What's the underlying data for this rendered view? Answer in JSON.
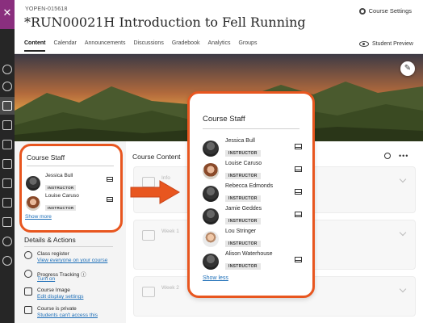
{
  "header": {
    "course_id": "YOPEN-015618",
    "title": "*RUN00021H Introduction to Fell Running",
    "settings_label": "Course Settings",
    "preview_label": "Student Preview"
  },
  "tabs": [
    {
      "label": "Content",
      "active": true
    },
    {
      "label": "Calendar"
    },
    {
      "label": "Announcements"
    },
    {
      "label": "Discussions"
    },
    {
      "label": "Gradebook"
    },
    {
      "label": "Analytics"
    },
    {
      "label": "Groups"
    }
  ],
  "course_staff_small": {
    "title": "Course Staff",
    "members": [
      {
        "name": "Jessica Bull",
        "role": "INSTRUCTOR"
      },
      {
        "name": "Louise Caruso",
        "role": "INSTRUCTOR"
      }
    ],
    "show_more": "Show more"
  },
  "details": {
    "title": "Details & Actions",
    "items": [
      {
        "title": "Class register",
        "link": "View everyone on your course",
        "icon": "people-icon"
      },
      {
        "title": "Progress Tracking ⓘ",
        "link": "Turn on",
        "icon": "check-circle-icon"
      },
      {
        "title": "Course Image",
        "link": "Edit display settings",
        "icon": "image-icon"
      },
      {
        "title": "Course is private",
        "link": "Students can't access this",
        "icon": "lock-icon"
      }
    ]
  },
  "course_content": {
    "title": "Course Content",
    "items": [
      {
        "title": "Info",
        "desc": ""
      },
      {
        "title": "Week 1",
        "desc": ""
      },
      {
        "title": "Week 2",
        "desc": ""
      }
    ]
  },
  "course_staff_large": {
    "title": "Course Staff",
    "members": [
      {
        "name": "Jessica Bull",
        "role": "INSTRUCTOR"
      },
      {
        "name": "Louise Caruso",
        "role": "INSTRUCTOR"
      },
      {
        "name": "Rebecca Edmonds",
        "role": "INSTRUCTOR"
      },
      {
        "name": "Jamie Geddes",
        "role": "INSTRUCTOR"
      },
      {
        "name": "Lou Stringer",
        "role": "INSTRUCTOR"
      },
      {
        "name": "Alison Waterhouse",
        "role": "INSTRUCTOR"
      }
    ],
    "show_less": "Show less"
  },
  "colors": {
    "accent_callout": "#e8561f",
    "link": "#1e6fb8",
    "rail": "#262626",
    "close": "#8a2f7e"
  }
}
